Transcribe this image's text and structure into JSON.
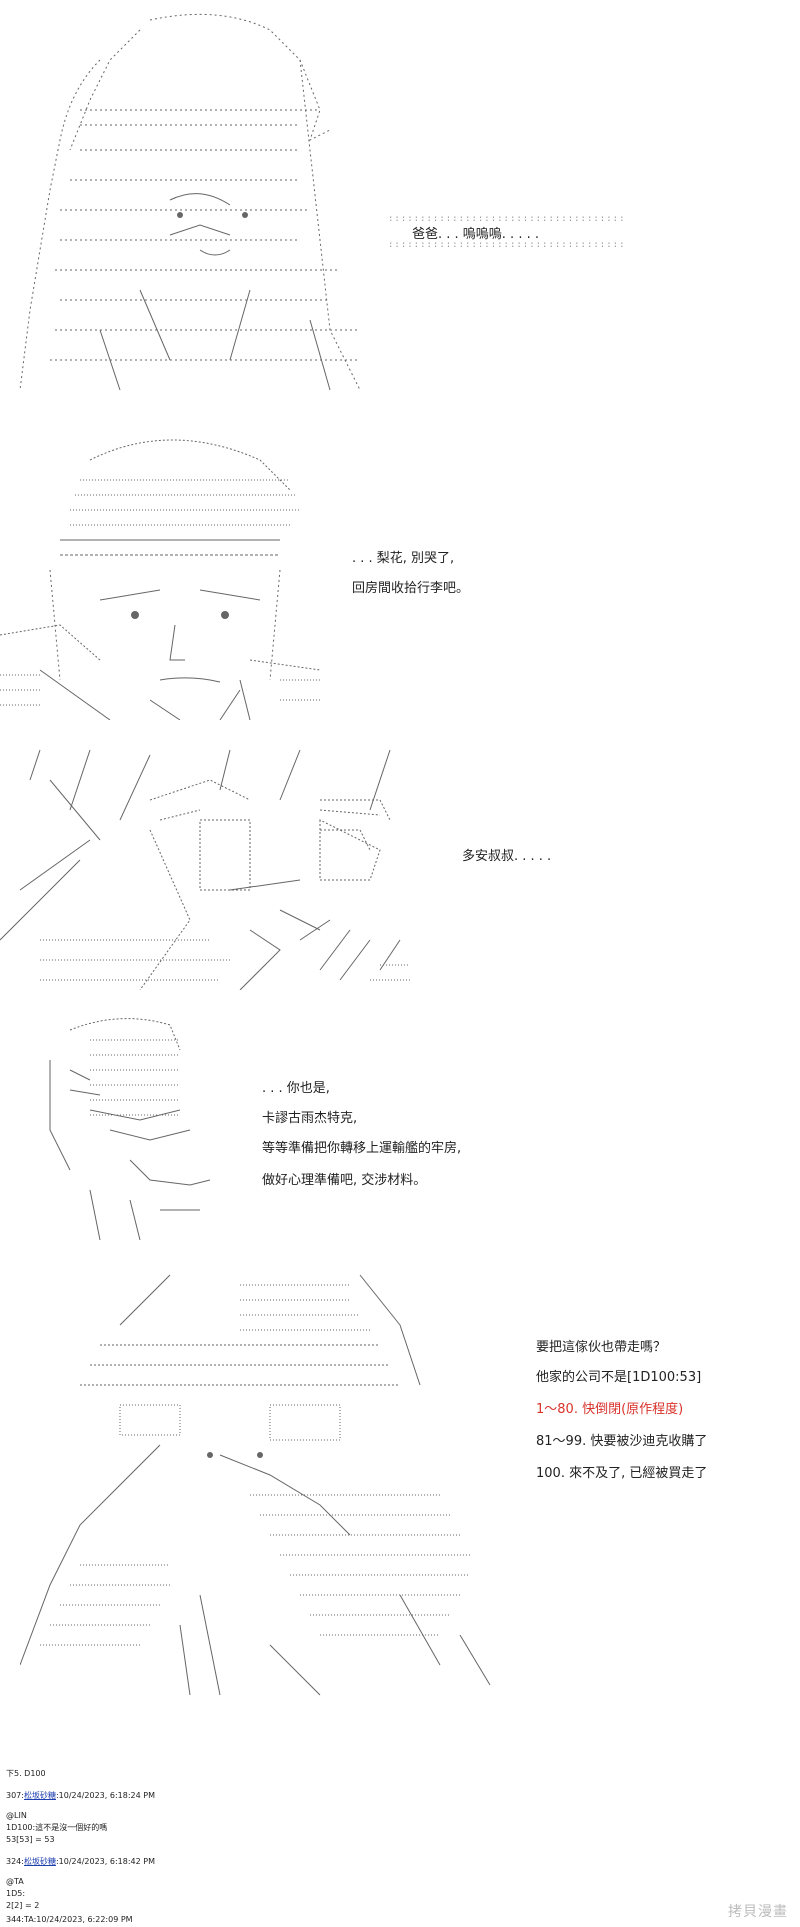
{
  "panels": [
    {
      "id": "p1",
      "figure": "girl-crying-ascii-art",
      "lines": [
        "爸爸. . . 嗚嗚嗚. . . . ."
      ]
    },
    {
      "id": "p2",
      "figure": "man-with-hat-ascii-art",
      "lines": [
        ". . . 梨花, 別哭了,",
        "回房間收拾行李吧。"
      ]
    },
    {
      "id": "p3",
      "figure": "two-figures-rain-ascii-art",
      "lines": [
        "多安叔叔. . . . ."
      ]
    },
    {
      "id": "p4",
      "figure": "man-profile-ascii-art",
      "lines": [
        ". . . 你也是,",
        "卡謬古雨杰特克,",
        "等等準備把你轉移上運輸艦的牢房,",
        "做好心理準備吧, 交涉材料。"
      ]
    },
    {
      "id": "p5",
      "figure": "crowd-mech-ascii-art",
      "lines": [
        "要把這傢伙也帶走嗎？",
        "他家的公司不是[1D100:53]",
        "1～80. 快倒閉(原作程度)",
        "81～99. 快要被沙迪克收購了",
        "100. 來不及了, 已經被買走了"
      ]
    }
  ],
  "log": {
    "header": "下5. D100",
    "posts": [
      {
        "num": "307:",
        "name": "松坂砂糖",
        "time": ":10/24/2023, 6:18:24 PM",
        "lines": [
          "@LIN",
          "1D100:這不是沒一個好的嗎"
        ],
        "result": "53[53] = 53"
      },
      {
        "num": "324:",
        "name": "松坂砂糖",
        "time": ":10/24/2023, 6:18:42 PM",
        "lines": [
          "@TA",
          "1D5:"
        ],
        "result": "2[2] = 2"
      },
      {
        "num": "344:",
        "name": "TA",
        "time": ":10/24/2023, 6:22:09 PM",
        "lines": [],
        "result": ""
      }
    ]
  },
  "watermark": "拷貝漫畫",
  "colors": {
    "text": "#222222",
    "highlight": "#d9322b",
    "username": "#1e3fb0",
    "art": "#555555"
  }
}
